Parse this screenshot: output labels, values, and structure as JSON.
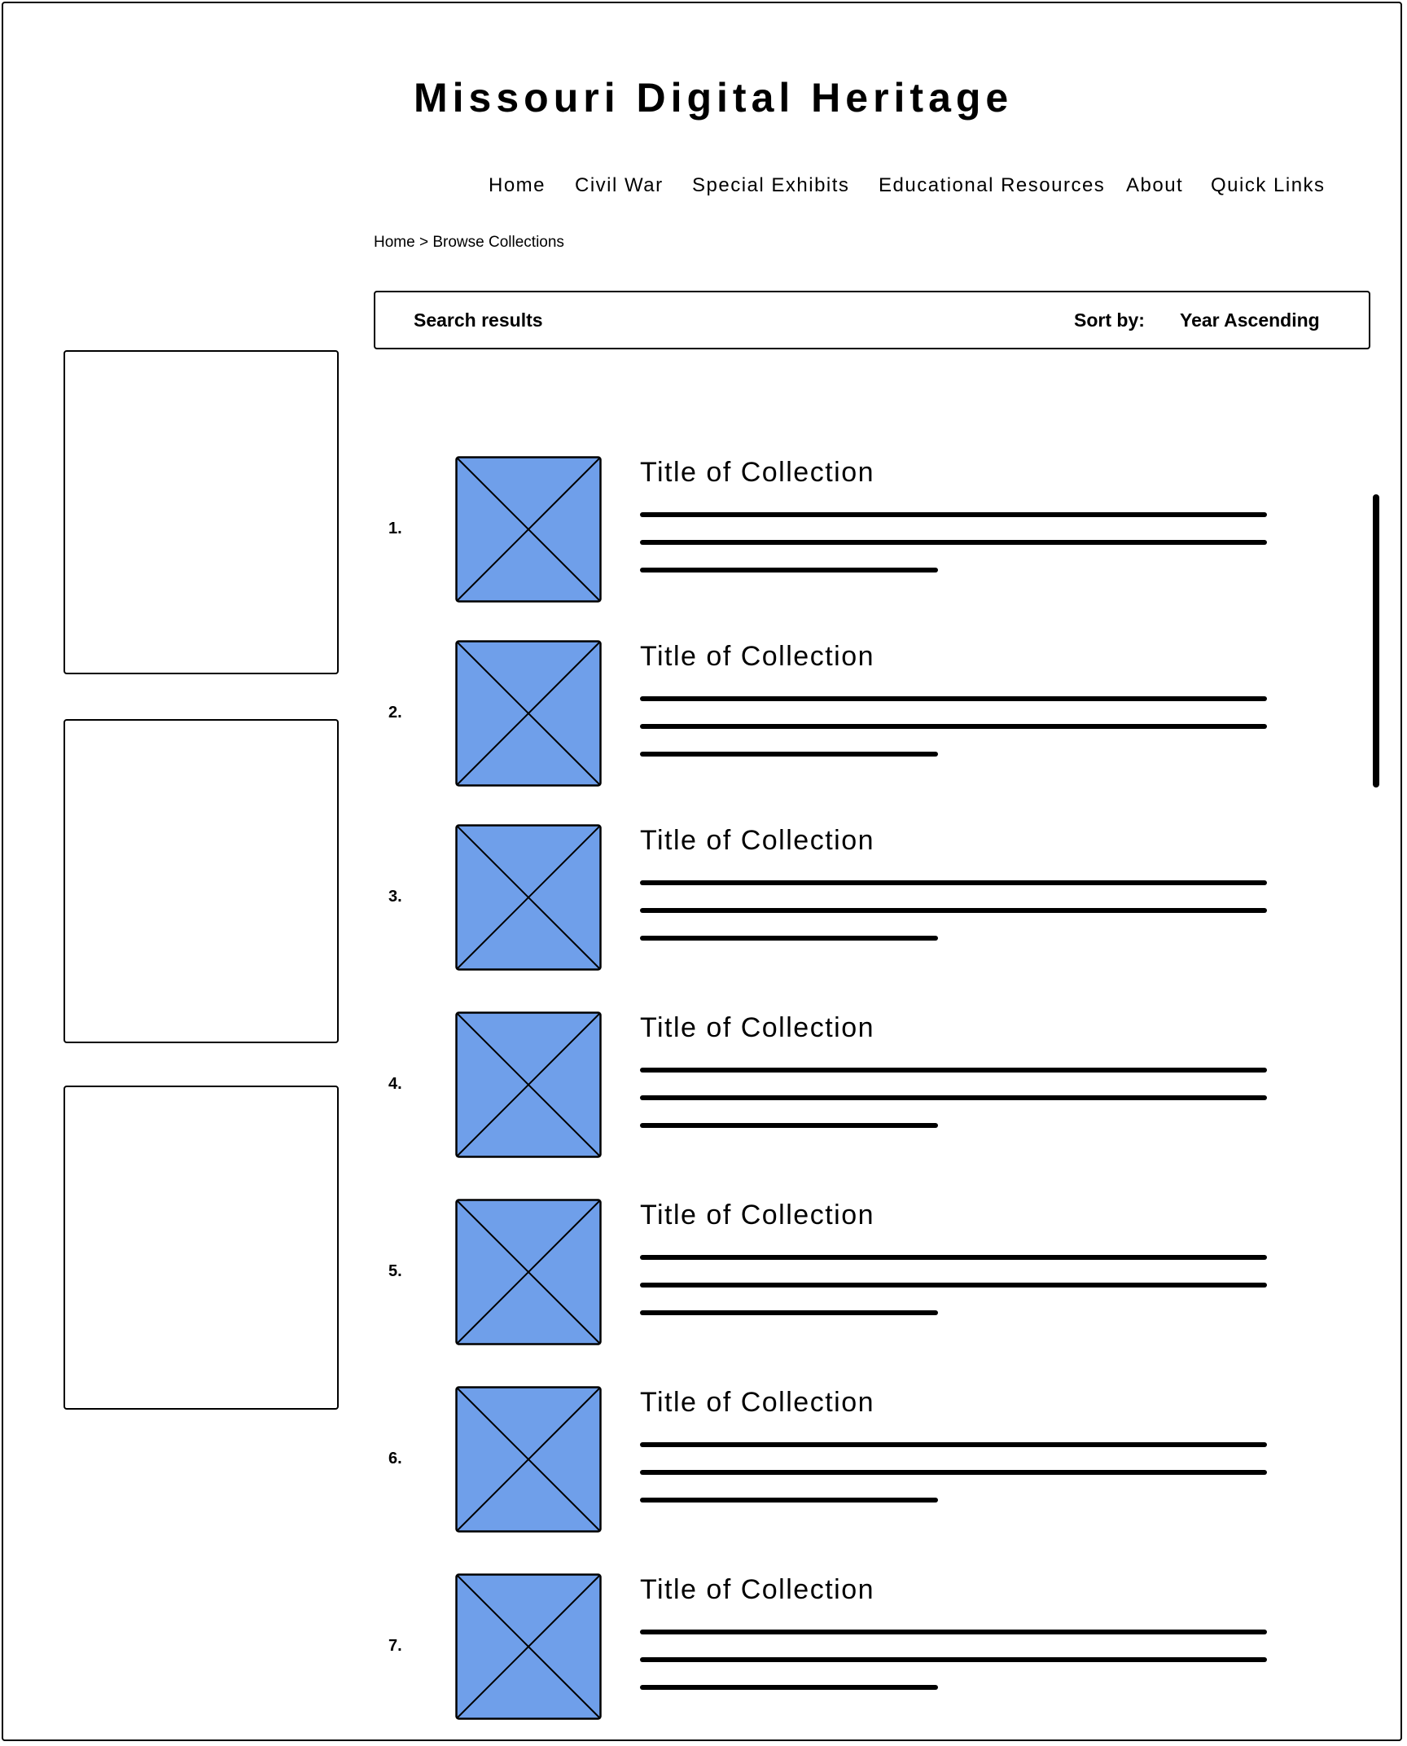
{
  "site": {
    "title": "Missouri Digital Heritage"
  },
  "nav": {
    "items": [
      {
        "label": "Home"
      },
      {
        "label": "Civil War"
      },
      {
        "label": "Special Exhibits"
      },
      {
        "label": "Educational Resources"
      },
      {
        "label": "About"
      },
      {
        "label": "Quick Links"
      }
    ]
  },
  "breadcrumb": {
    "home": "Home",
    "separator": ">",
    "current": "Browse Collections"
  },
  "results": {
    "label": "Search results",
    "sort_label": "Sort by:",
    "sort_value": "Year Ascending"
  },
  "items": [
    {
      "number": "1.",
      "title": "Title of Collection"
    },
    {
      "number": "2.",
      "title": "Title of Collection"
    },
    {
      "number": "3.",
      "title": "Title of Collection"
    },
    {
      "number": "4.",
      "title": "Title of Collection"
    },
    {
      "number": "5.",
      "title": "Title of Collection"
    },
    {
      "number": "6.",
      "title": "Title of Collection"
    },
    {
      "number": "7.",
      "title": "Title of Collection"
    }
  ],
  "colors": {
    "placeholder_fill": "#6f9fea",
    "stroke": "#000000"
  },
  "icons": {
    "thumbnail": "image-placeholder-icon"
  }
}
